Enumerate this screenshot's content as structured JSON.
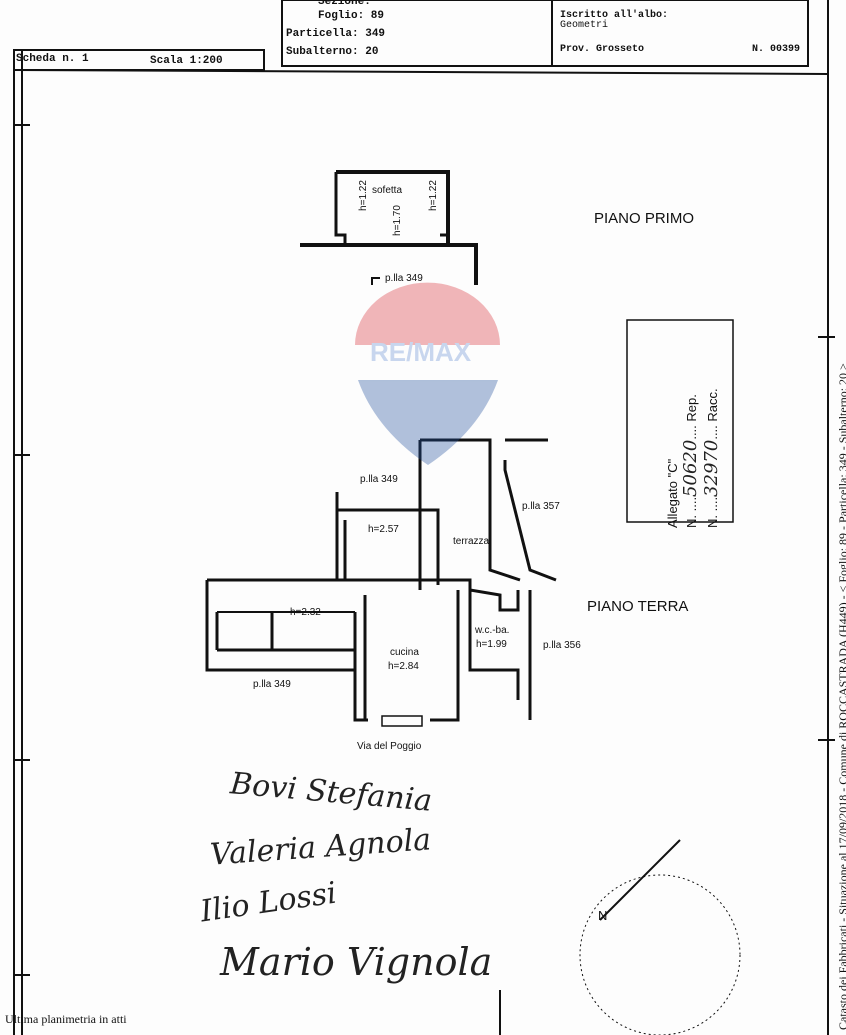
{
  "header": {
    "sezione_label": "Sezione:",
    "foglio": "Foglio: 89",
    "particella": "Particella: 349",
    "subalterno": "Subalterno: 20",
    "iscritto": "Iscritto all'albo:",
    "albo": "Geometri",
    "provincia": "Prov. Grosseto",
    "numero": "N. 00399",
    "scheda": "Scheda n. 1",
    "scala": "Scala 1:200"
  },
  "plan": {
    "piano_primo": "PIANO PRIMO",
    "piano_terra": "PIANO TERRA",
    "labels": {
      "sofetta": "sofetta",
      "h_sofetta_left": "h=1.22",
      "h_sofetta_mid": "h=1.70",
      "h_sofetta_right": "h=1.22",
      "plla_349_top": "p.lla 349",
      "plla_349_mid": "p.lla 349",
      "h_257": "h=2.57",
      "terrazza": "terrazza",
      "plla_357": "p.lla 357",
      "h_232": "h=2.32",
      "cucina": "cucina",
      "h_284": "h=2.84",
      "wc": "w.c.-ba.",
      "h_199": "h=1.99",
      "plla_356": "p.lla 356",
      "plla_349_bottom": "p.lla 349",
      "via": "Via del Poggio"
    }
  },
  "allegato": {
    "title": "Allegato \"C\"",
    "rep_prefix": "N.",
    "rep_number": "50620",
    "rep_suffix": "Rep.",
    "racc_prefix": "N.",
    "racc_number": "32970",
    "racc_suffix": "Racc."
  },
  "watermark": "RE/MAX",
  "signatures": [
    "Bovi Stefania",
    "Valeria Agnola",
    "Ilio Lossi",
    "Mario Vignola"
  ],
  "stamp_letter": "N",
  "footer": "Ultima planimetria in atti",
  "side_text": "Catasto dei Fabbricati - Situazione al 17/09/2018 - Comune di ROCCASTRADA (H449) - < Foglio: 89 - Particella: 349 - Subalterno: 20 >"
}
